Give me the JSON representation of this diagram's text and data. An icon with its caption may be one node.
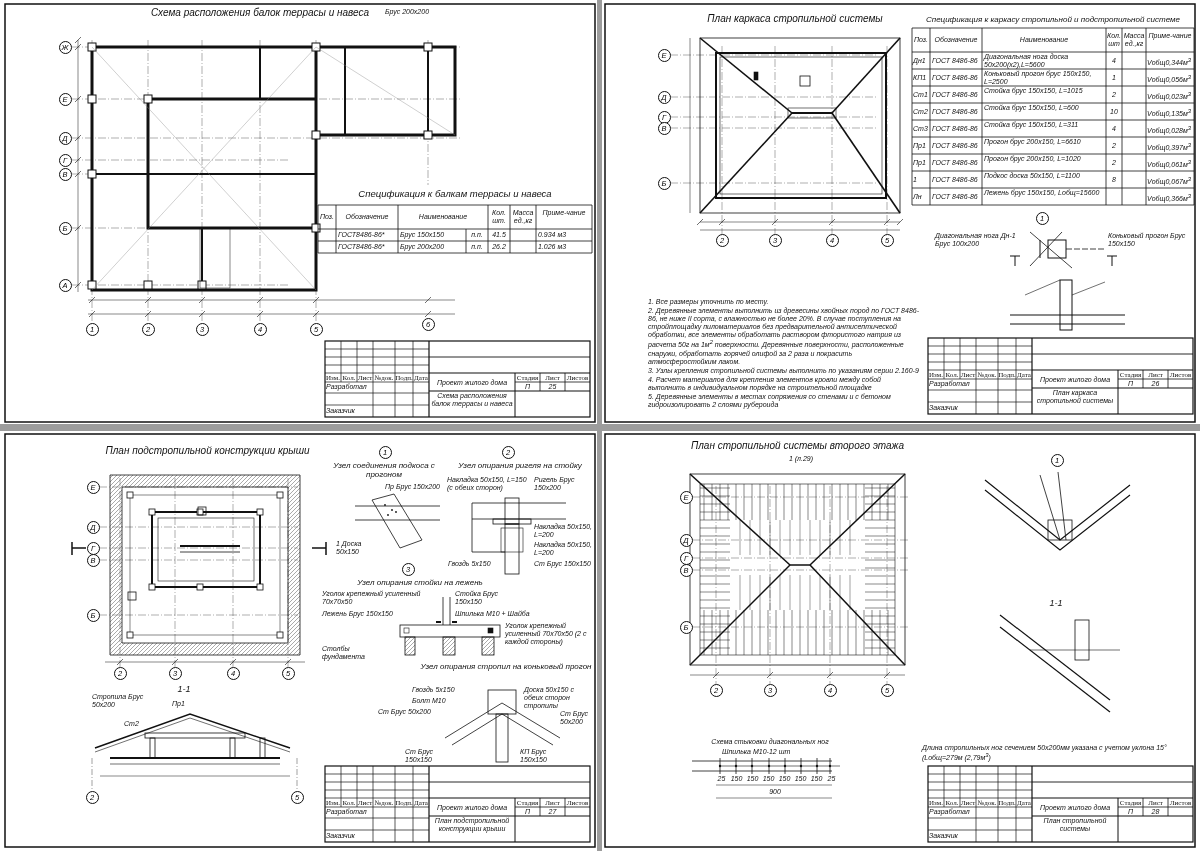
{
  "diagram": {
    "nodes": [
      {
        "text": [
          "Ж"
        ]
      },
      {
        "text": [
          "Е"
        ]
      },
      {
        "text": [
          "Д"
        ]
      },
      {
        "text": [
          "Г"
        ]
      },
      {
        "text": [
          "В"
        ]
      },
      {
        "text": [
          "Б"
        ]
      },
      {
        "text": [
          "А"
        ]
      },
      {
        "text": [
          "1"
        ]
      },
      {
        "text": [
          "2"
        ]
      },
      {
        "text": [
          "3"
        ]
      },
      {
        "text": [
          "4"
        ]
      },
      {
        "text": [
          "5"
        ]
      },
      {
        "text": [
          "6"
        ]
      },
      {
        "text": [
          "Е"
        ]
      },
      {
        "text": [
          "Д"
        ]
      },
      {
        "text": [
          "Г"
        ]
      },
      {
        "text": [
          "В"
        ]
      },
      {
        "text": [
          "Б"
        ]
      },
      {
        "text": [
          "2"
        ]
      },
      {
        "text": [
          "3"
        ]
      },
      {
        "text": [
          "4"
        ]
      },
      {
        "text": [
          "5"
        ]
      },
      {
        "text": [
          "1"
        ]
      },
      {
        "text": [
          "Е"
        ]
      },
      {
        "text": [
          "Д"
        ]
      },
      {
        "text": [
          "Г"
        ]
      },
      {
        "text": [
          "В"
        ]
      },
      {
        "text": [
          "Б"
        ]
      },
      {
        "text": [
          "2"
        ]
      },
      {
        "text": [
          "3"
        ]
      },
      {
        "text": [
          "4"
        ]
      },
      {
        "text": [
          "5"
        ]
      },
      {
        "text": [
          "1"
        ]
      },
      {
        "text": [
          "2"
        ]
      },
      {
        "text": [
          "3"
        ]
      },
      {
        "text": [
          "2"
        ]
      },
      {
        "text": [
          "5"
        ]
      },
      {
        "text": [
          "Е"
        ]
      },
      {
        "text": [
          "Д"
        ]
      },
      {
        "text": [
          "Г"
        ]
      },
      {
        "text": [
          "В"
        ]
      },
      {
        "text": [
          "Б"
        ]
      },
      {
        "text": [
          "2"
        ]
      },
      {
        "text": [
          "3"
        ]
      },
      {
        "text": [
          "4"
        ]
      },
      {
        "text": [
          "5"
        ]
      },
      {
        "text": [
          "1"
        ]
      }
    ],
    "labels": [
      "Схема расположения балок террасы и навеса",
      "Брус 200х200",
      "Спецификация к балкам террасы и навеса",
      "Поз.",
      "Обозначение",
      "Наименование",
      "Кол. шт.",
      "Масса ед.,кг",
      "Приме-чание",
      "ГОСТ8486-86*",
      "Брус 150х150",
      "п.п.",
      "41.5",
      "0.934 м3",
      "ГОСТ8486-86*",
      "Брус 200х200",
      "п.п.",
      "26.2",
      "1.026 м3",
      "Изм.",
      "Кол.",
      "Лист",
      "№док.",
      "Подп.",
      "Дата",
      "Разработал",
      "Заказчик",
      "Проект жилого дома",
      "Стадия",
      "Лист",
      "Листов",
      "П",
      "25",
      "Схема расположения балок террасы и навеса",
      "План каркаса стропильной системы",
      "Спецификация к каркасу стропильной и подстропильной системе",
      "Поз.",
      "Обозначение",
      "Наименование",
      "Кол. шт",
      "Масса ед.,кг",
      "Приме-чание",
      "Дн1",
      "ГОСТ 8486-86",
      "Диагональная нога доска 50х200(х2),L=5600",
      "4",
      "Vобщ0,344м$^{3}$",
      "КП1",
      "ГОСТ 8486-86",
      "Коньковый прогон брус 150х150, L=2500",
      "1",
      "Vобщ0,056м$^{3}$",
      "Ст1",
      "ГОСТ 8486-86",
      "Стойка брус 150х150, L=1015",
      "2",
      "Vобщ0,023м$^{3}$",
      "Ст2",
      "ГОСТ 8486-86",
      "Стойка брус 150х150, L=600",
      "10",
      "Vобщ0,135м$^{3}$",
      "Ст3",
      "ГОСТ 8486-86",
      "Стойка брус 150х150, L=311",
      "4",
      "Vобщ0,028м$^{3}$",
      "Пр1",
      "ГОСТ 8486-86",
      "Прогон брус 200х150, L=6610",
      "2",
      "Vобщ0,397м$^{3}$",
      "Пр1",
      "ГОСТ 8486-86",
      "Прогон брус 200х150, L=1020",
      "2",
      "Vобщ0,061м$^{3}$",
      "1",
      "ГОСТ 8486-86",
      "Подкос доска 50х150, L=1100",
      "8",
      "Vобщ0,067м$^{3}$",
      "Лн",
      "ГОСТ 8486-86",
      "Лежень брус 150х150, Lобщ=15600",
      "Vобщ0,366м$^{3}$",
      "Диагональная нога Дн-1 Брус 100х200",
      "Коньковый прогон Брус 150х150",
      "1. Все размеры уточнить по месту.",
      "2. Деревянные элементы выполнить из древесины хвойных пород по ГОСТ 8486-86, не ниже II сорта, с влажностью не более 20%. В случае поступления на стройплощадку пиломатериалов без предварительной антисептической обработки, все элементы обработать раствором фтористого натрия из расчета 50г на 1м$^{2}$ поверхности. Деревянные поверхности, расположенные снаружи, обработать горячей олифой за 2 раза и покрасить атмосферостойким лаком.",
      "3. Узлы крепления стропильной системы выполнить по указаниям серии 2.160-9",
      "4. Расчет материалов для крепления элементов кровли между собой выполнить в индивидуальном порядке на строительной площадке",
      "5. Деревянные элементы в местах сопряжения со стенами и с бетоном гидроизолировать 2 слоями рубероида",
      "Изм.",
      "Кол.",
      "Лист",
      "№док.",
      "Подп.",
      "Дата",
      "Разработал",
      "Заказчик",
      "Проект жилого дома",
      "Стадия",
      "Лист",
      "Листов",
      "П",
      "26",
      "План каркаса стропильной системы",
      "План подстропильной конструкции крыши",
      "Узел соединения подкоса с прогоном",
      "Узел опирания ригеля на стойку",
      "Пр Брус 150х200",
      "1 Доска 50х150",
      "Накладка 50х150, L=150 (с обеих сторон)",
      "Ригель Брус 150х200",
      "Накладка 50х150, L=200",
      "Накладка 50х150, L=200",
      "Гвоздь 5х150",
      "Ст Брус 150х150",
      "Узел опирания стойки на лежень",
      "Уголок крепежный усиленный 70х70х50",
      "Стойка Брус 150х150",
      "Лежень Брус 150х150",
      "Шпилька М10 + Шайба",
      "Уголок крепежный усиленный 70х70х50 (2 с каждой стороны)",
      "Столбы фундамента",
      "Узел опирания стропил на коньковый прогон",
      "Гвоздь 5х150",
      "Доска 50х150 с обеих сторон стропилы",
      "Болт М10",
      "Ст Брус 50х200",
      "Ст Брус 50х200",
      "Ст Брус 150х150",
      "КП Брус 150х150",
      "1-1",
      "Стропила Брус 50х200",
      "Пр1",
      "Ст2",
      "Изм.",
      "Кол.",
      "Лист",
      "№док.",
      "Подп.",
      "Дата",
      "Разработал",
      "Заказчик",
      "Проект жилого дома",
      "Стадия",
      "Лист",
      "Листов",
      "П",
      "27",
      "План подстропильной конструкции крыши",
      "План стропильной системы второго этажа",
      "1 (л.29)",
      "1-1",
      "Схема стыковки диагональных ног",
      "Шпилька М10-12 шт",
      "25",
      "150",
      "150",
      "150",
      "150",
      "150",
      "150",
      "25",
      "900",
      "Длина стропильных ног сечением 50х200мм указана с учетом уклона 15° (Lобщ=279м (2,79м$^{3}$)",
      "Изм.",
      "Кол.",
      "Лист",
      "№док.",
      "Подп.",
      "Дата",
      "Разработал",
      "Заказчик",
      "Проект жилого дома",
      "Стадия",
      "Лист",
      "Листов",
      "П",
      "28",
      "План стропильной системы"
    ]
  }
}
